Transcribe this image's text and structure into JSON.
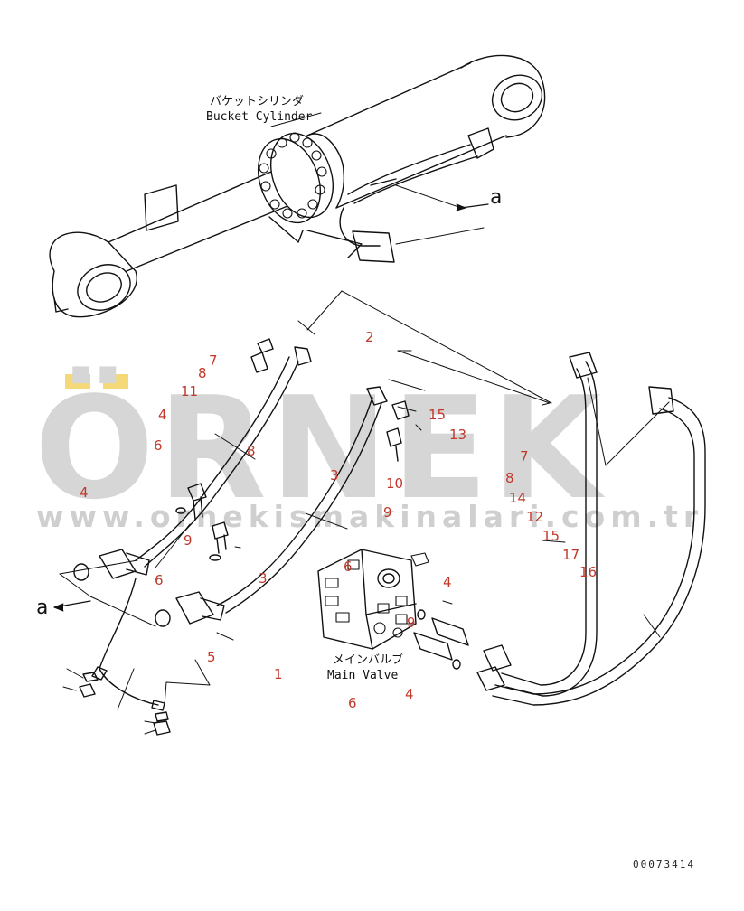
{
  "watermark": {
    "brand": "ÖRNEK",
    "url": "www.ornekismakinalari.com.tr"
  },
  "labels": {
    "bucket_cylinder_jp": "バケットシリンダ",
    "bucket_cylinder_en": "Bucket Cylinder",
    "main_valve_jp": "メインバルブ",
    "main_valve_en": "Main Valve",
    "view_ref_top": "a",
    "view_ref_left": "a",
    "drawing_code": "00073414"
  },
  "part_numbers": [
    {
      "id": "n2",
      "text": "2"
    },
    {
      "id": "n7a",
      "text": "7"
    },
    {
      "id": "n8a",
      "text": "8"
    },
    {
      "id": "n11",
      "text": "11"
    },
    {
      "id": "n4a",
      "text": "4"
    },
    {
      "id": "n6a",
      "text": "6"
    },
    {
      "id": "n8b",
      "text": "8"
    },
    {
      "id": "n4b",
      "text": "4"
    },
    {
      "id": "n9a",
      "text": "9"
    },
    {
      "id": "n6b",
      "text": "6"
    },
    {
      "id": "n3a",
      "text": "3"
    },
    {
      "id": "n3b",
      "text": "3"
    },
    {
      "id": "n15a",
      "text": "15"
    },
    {
      "id": "n13",
      "text": "13"
    },
    {
      "id": "n10",
      "text": "10"
    },
    {
      "id": "n9b",
      "text": "9"
    },
    {
      "id": "n7b",
      "text": "7"
    },
    {
      "id": "n8c",
      "text": "8"
    },
    {
      "id": "n14",
      "text": "14"
    },
    {
      "id": "n12",
      "text": "12"
    },
    {
      "id": "n15b",
      "text": "15"
    },
    {
      "id": "n17",
      "text": "17"
    },
    {
      "id": "n16",
      "text": "16"
    },
    {
      "id": "n6c",
      "text": "6"
    },
    {
      "id": "n4c",
      "text": "4"
    },
    {
      "id": "n9c",
      "text": "9"
    },
    {
      "id": "n5",
      "text": "5"
    },
    {
      "id": "n1",
      "text": "1"
    },
    {
      "id": "n6d",
      "text": "6"
    },
    {
      "id": "n4d",
      "text": "4"
    }
  ]
}
